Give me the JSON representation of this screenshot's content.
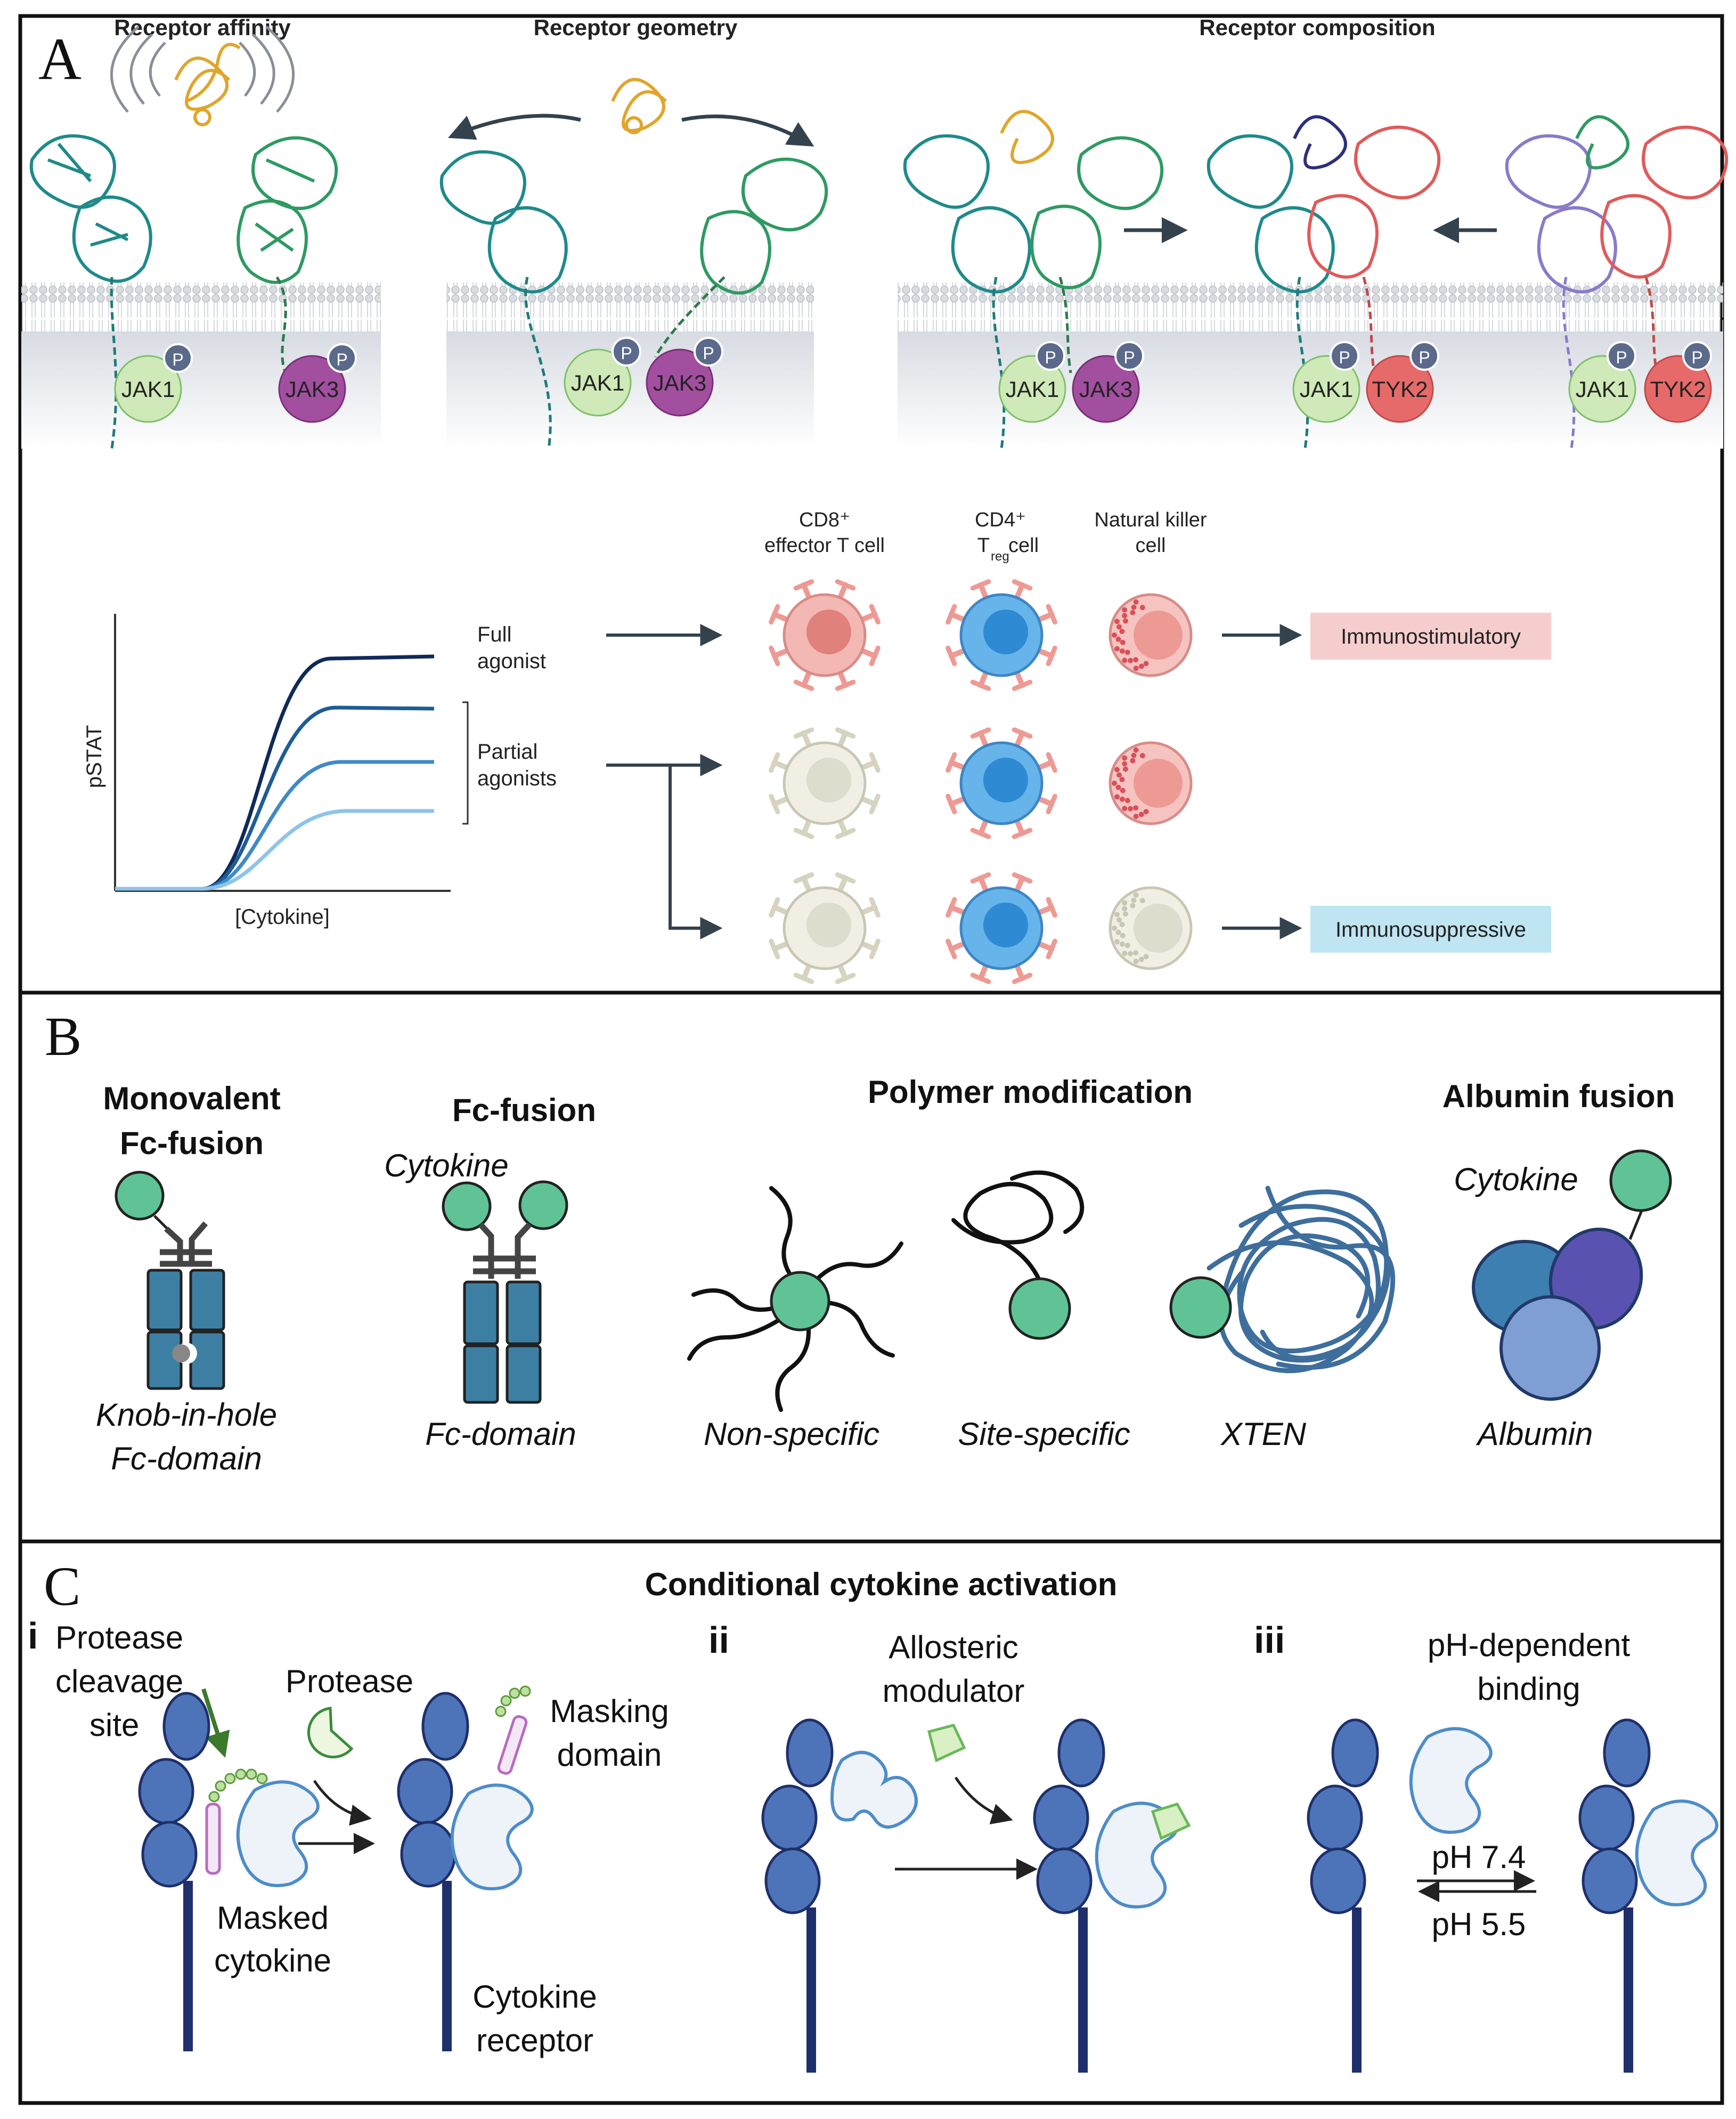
{
  "panel_a": {
    "letter": "A",
    "headings": {
      "affinity": "Receptor affinity",
      "geometry": "Receptor geometry",
      "composition": "Receptor composition"
    },
    "kinases": {
      "jak1": "JAK1",
      "jak3": "JAK3",
      "tyk2": "TYK2",
      "phospho": "P"
    },
    "colors": {
      "teal": "#1f8a8a",
      "green": "#2e9a62",
      "gold": "#e0a52a",
      "navy": "#2c2f7a",
      "red": "#e05a5a",
      "purple": "#8a7ac8",
      "jak1_fill": "#cfe9b8",
      "jak3_fill": "#a24fa0",
      "tyk2_fill": "#e66a6a"
    },
    "chart_labels": {
      "ylabel": "pSTAT",
      "xlabel": "[Cytokine]"
    },
    "agonists": {
      "full_line1": "Full",
      "full_line2": "agonist",
      "partial_line1": "Partial",
      "partial_line2": "agonists"
    },
    "cell_headers": {
      "cd8_line1": "CD8⁺",
      "cd8_line2": "effector T cell",
      "cd4_line1": "CD4⁺",
      "cd4_T": "T",
      "cd4_sub": "reg",
      "cd4_cell": " cell",
      "nk_line1": "Natural killer",
      "nk_line2": "cell"
    },
    "outcomes": {
      "stimulatory": "Immunostimulatory",
      "suppressive": "Immunosuppressive"
    },
    "outcome_colors": {
      "stimulatory": "#f6cdcd",
      "suppressive": "#bfe5f2"
    }
  },
  "panel_b": {
    "letter": "B",
    "monovalent_title_line1": "Monovalent",
    "monovalent_title_line2": "Fc-fusion",
    "monovalent_caption_line1": "Knob-in-hole",
    "monovalent_caption_line2": "Fc-domain",
    "fc_title": "Fc-fusion",
    "fc_cytokine": "Cytokine",
    "fc_caption": "Fc-domain",
    "polymer_title": "Polymer modification",
    "polymer_nonspecific": "Non-specific",
    "polymer_sitespecific": "Site-specific",
    "polymer_xten": "XTEN",
    "albumin_title": "Albumin fusion",
    "albumin_cytokine": "Cytokine",
    "albumin_caption": "Albumin",
    "colors": {
      "fc": "#3d7fa3",
      "cytokine": "#5fc395",
      "albumin_a": "#3d7fb0",
      "albumin_b": "#5a52b0",
      "albumin_c": "#7f9ed4",
      "xten": "#3e6e9c"
    }
  },
  "panel_c": {
    "letter": "C",
    "title": "Conditional cytokine activation",
    "i": {
      "numeral": "i",
      "protease_cleavage_line1": "Protease",
      "protease_cleavage_line2": "cleavage",
      "protease_cleavage_line3": "site",
      "protease": "Protease",
      "masking_line1": "Masking",
      "masking_line2": "domain",
      "masked_line1": "Masked",
      "masked_line2": "cytokine",
      "receptor_line1": "Cytokine",
      "receptor_line2": "receptor"
    },
    "ii": {
      "numeral": "ii",
      "title_line1": "Allosteric",
      "title_line2": "modulator"
    },
    "iii": {
      "numeral": "iii",
      "title_line1": "pH-dependent",
      "title_line2": "binding",
      "ph_high": "pH 7.4",
      "ph_low": "pH 5.5"
    },
    "colors": {
      "receptor": "#4d74b8",
      "stalk": "#1f2f6b",
      "cytokine_fill": "#edf3f9",
      "cytokine_edge": "#4d8cc8",
      "mask": "#b86bc0",
      "linker": "#8fc46a",
      "modulator": "#8ed17a",
      "arrow_green": "#3a7a2a"
    }
  }
}
